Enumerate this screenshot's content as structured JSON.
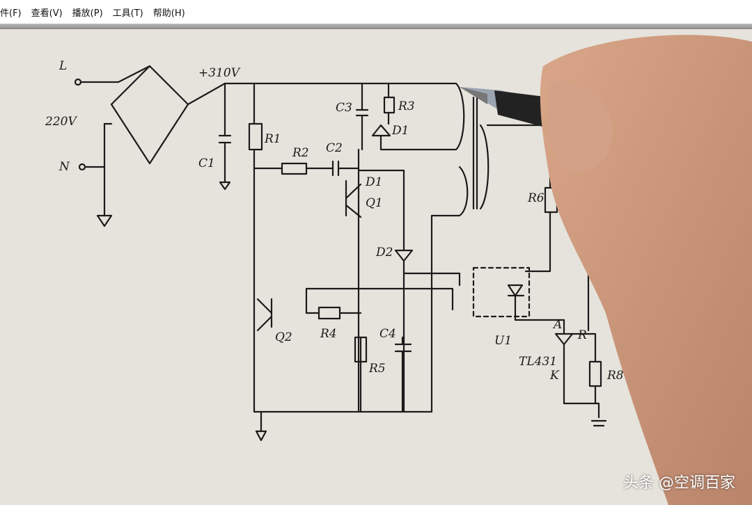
{
  "menu": {
    "items": [
      "件(F)",
      "查看(V)",
      "播放(P)",
      "工具(T)",
      "帮助(H)"
    ]
  },
  "circuit_labels": {
    "L": "L",
    "N": "N",
    "ac": "220V",
    "dc": "+310V",
    "C1": "C1",
    "R1": "R1",
    "R2": "R2",
    "C2": "C2",
    "C3": "C3",
    "R3": "R3",
    "D1": "D1",
    "Q1": "Q1",
    "D2": "D2",
    "Q2": "Q2",
    "R4": "R4",
    "C4": "C4",
    "R5": "R5",
    "U1": "U1",
    "R6": "R6",
    "TL431": "TL431",
    "A": "A",
    "R": "R",
    "K": "K",
    "R8": "R8"
  },
  "watermark": "头条 @空调百家"
}
